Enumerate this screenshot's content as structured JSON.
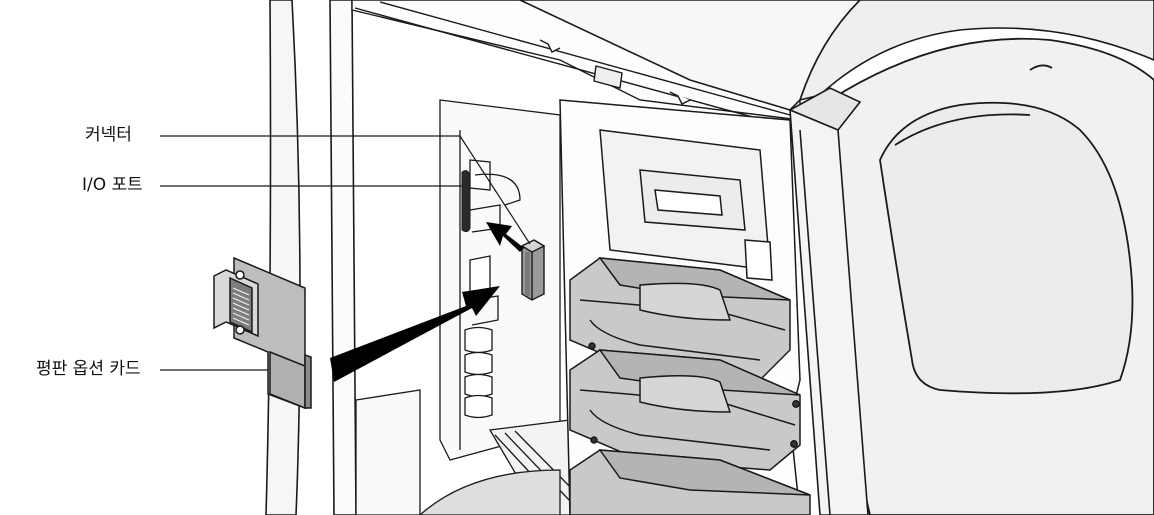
{
  "callouts": {
    "connector": "커넥터",
    "io_port": "I/O 포트",
    "flat_option_card": "평판 옵션 카드"
  },
  "colors": {
    "line": "#1a1a1a",
    "panel_gray": "#c4c4c4",
    "panel_mid": "#b0b0b0",
    "panel_light": "#e4e4e4",
    "arrow": "#000000",
    "background": "#ffffff"
  }
}
